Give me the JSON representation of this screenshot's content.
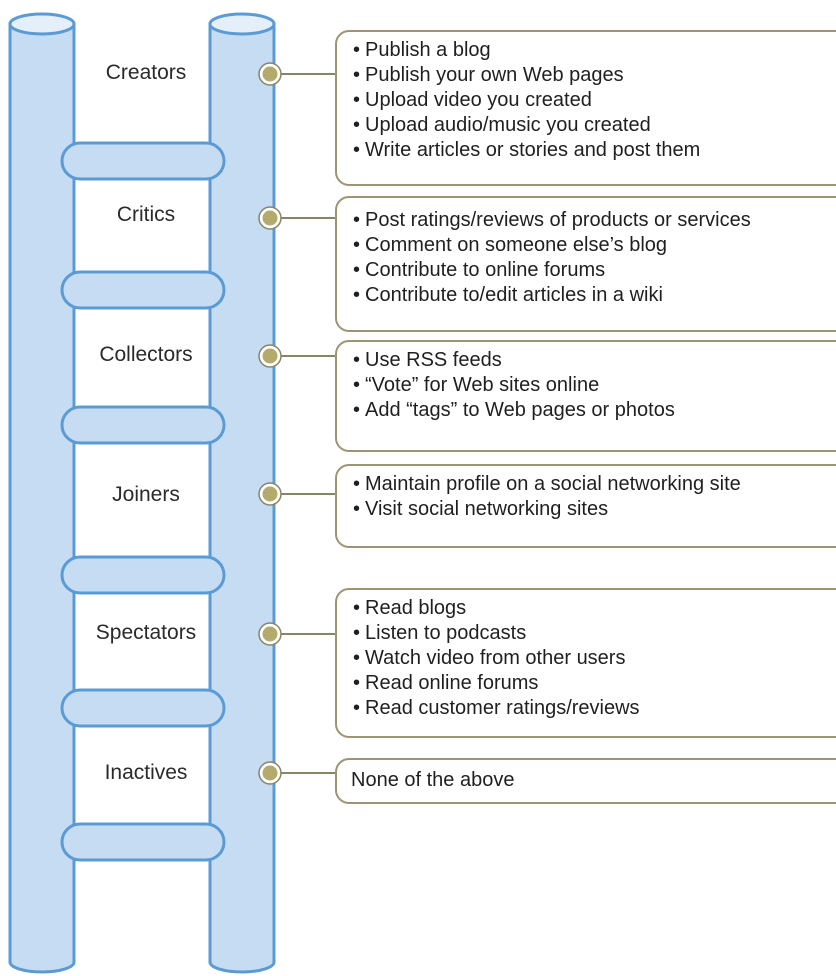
{
  "colors": {
    "rail_fill": "#c6dcf3",
    "rail_stroke": "#5b9bd5",
    "connector": "#8a8466",
    "dot_fill": "#b3aa6c",
    "box_border": "#9c9474"
  },
  "tiers": [
    {
      "label": "Creators",
      "activities": [
        "Publish a blog",
        "Publish your own Web pages",
        "Upload video you created",
        "Upload audio/music you created",
        "Write articles or stories and post them"
      ]
    },
    {
      "label": "Critics",
      "activities": [
        "Post ratings/reviews of products or services",
        "Comment on someone else’s blog",
        "Contribute to online forums",
        "Contribute to/edit articles in a wiki"
      ]
    },
    {
      "label": "Collectors",
      "activities": [
        "Use RSS feeds",
        "“Vote” for Web sites online",
        "Add “tags” to Web pages or photos"
      ]
    },
    {
      "label": "Joiners",
      "activities": [
        "Maintain profile on a social networking site",
        "Visit social networking sites"
      ]
    },
    {
      "label": "Spectators",
      "activities": [
        "Read blogs",
        "Listen to podcasts",
        "Watch video from other users",
        "Read online forums",
        "Read customer ratings/reviews"
      ]
    },
    {
      "label": "Inactives",
      "activities": [
        "None of the above"
      ]
    }
  ]
}
